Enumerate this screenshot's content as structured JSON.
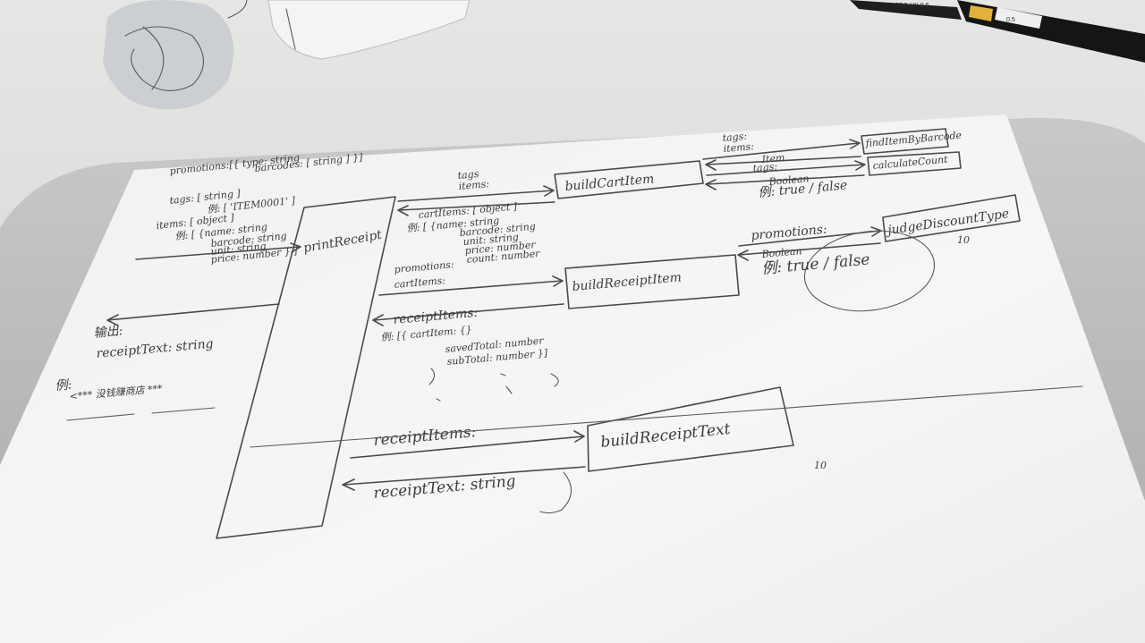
{
  "sheet": {
    "promotions_top": "promotions:[{ type: string",
    "promotions_top2": "barcodes: [ string ] }]",
    "tags_input": "tags: [ string ]",
    "tags_example": "例: [ 'ITEM0001' ]",
    "items_input": "items: [ object ]",
    "items_example1": "例: [ {name: string",
    "items_example2": "barcode: string",
    "items_example3": "unit: string",
    "items_example4": "price: number } ]",
    "print_receipt": "printReceipt",
    "output_label": "输出:",
    "receipt_text_out": "receiptText: string",
    "example_label": "例:",
    "example_text": "<*** 没钱赚商店 ***",
    "build_cart_item": "buildCartItem",
    "tags_items_in": "tags\nitems:",
    "cart_items_out": "cartItems: [ object ]",
    "cart_example1": "例: [ {name: string",
    "cart_example2": "barcode: string",
    "cart_example3": "unit: string",
    "cart_example4": "price: number",
    "cart_example5": "count: number",
    "find_item": "findItemByBarcode",
    "tags_items_right": "tags:\nitems:",
    "item_label": "Item",
    "tags_right": "tags:",
    "calculate_count": "calculateCount",
    "boolean_top": "Boolean",
    "true_false_top": "例: true / false",
    "promotions_mid": "promotions:",
    "judge_discount": "judgeDiscountType",
    "boolean_mid": "Boolean",
    "true_false_mid": "例: true / false",
    "score_mid": "10",
    "promotions_cart": "promotions:",
    "cart_items_in": "cartItems:",
    "build_receipt_item": "buildReceiptItem",
    "receipt_items_out": "receiptItems:",
    "receipt_ex1": "例: [{ cartItem: {}",
    "receipt_ex2": "savedTotal: number",
    "receipt_ex3": "subTotal: number }]",
    "receipt_items_in": "receiptItems:",
    "build_receipt_text": "buildReceiptText",
    "receipt_text_ret": "receiptText: string",
    "score_bottom": "10"
  },
  "pen_caps": {
    "pen_left_label": "SRC-HX 0.5",
    "pen_right_label": "0.5"
  },
  "colors": {
    "desk": "#d9d9d7",
    "paper": "#f4f4f2",
    "laptop": "#b9babb",
    "ink": "#3c3c3c"
  }
}
